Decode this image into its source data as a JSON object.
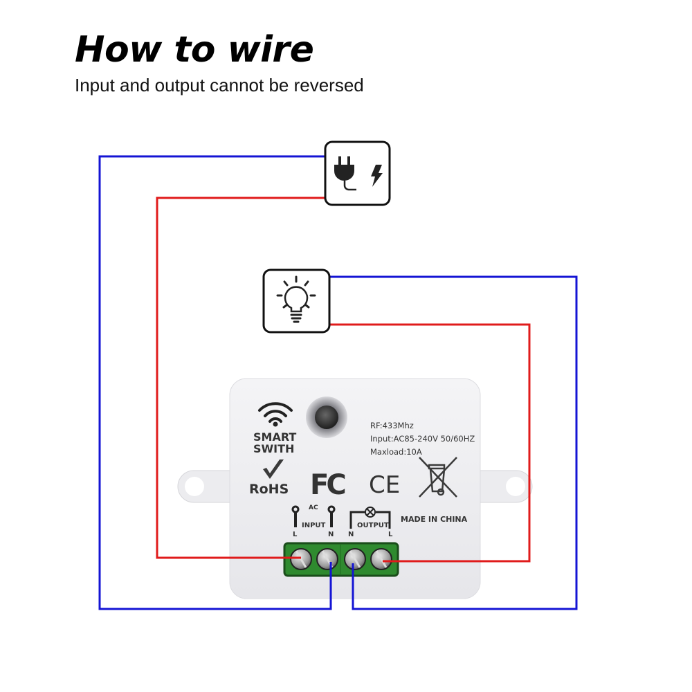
{
  "header": {
    "title": "How to wire",
    "subtitle": "Input and output cannot be reversed"
  },
  "icons": {
    "power_source": "power-plug-with-lightning-icon",
    "load": "light-bulb-icon"
  },
  "device": {
    "brand_label_line1": "SMART",
    "brand_label_line2": "SWITH",
    "specs": [
      "RF:433Mhz",
      "Input:AC85-240V 50/60HZ",
      "Maxload:10A"
    ],
    "certifications": [
      "RoHS",
      "FC",
      "CE",
      "WEEE"
    ],
    "rohs_label": "RoHS",
    "fcc_label": "FC",
    "ce_label": "CE",
    "ac_label": "AC",
    "input_label": "INPUT",
    "output_label": "OUTPUT",
    "made_in": "MADE IN CHINA",
    "terminals": [
      "L",
      "N",
      "N",
      "L"
    ]
  },
  "wires": {
    "live_color": "#e01b1b",
    "neutral_color": "#1414d4",
    "terminal_block_color": "#2f8a2f"
  }
}
